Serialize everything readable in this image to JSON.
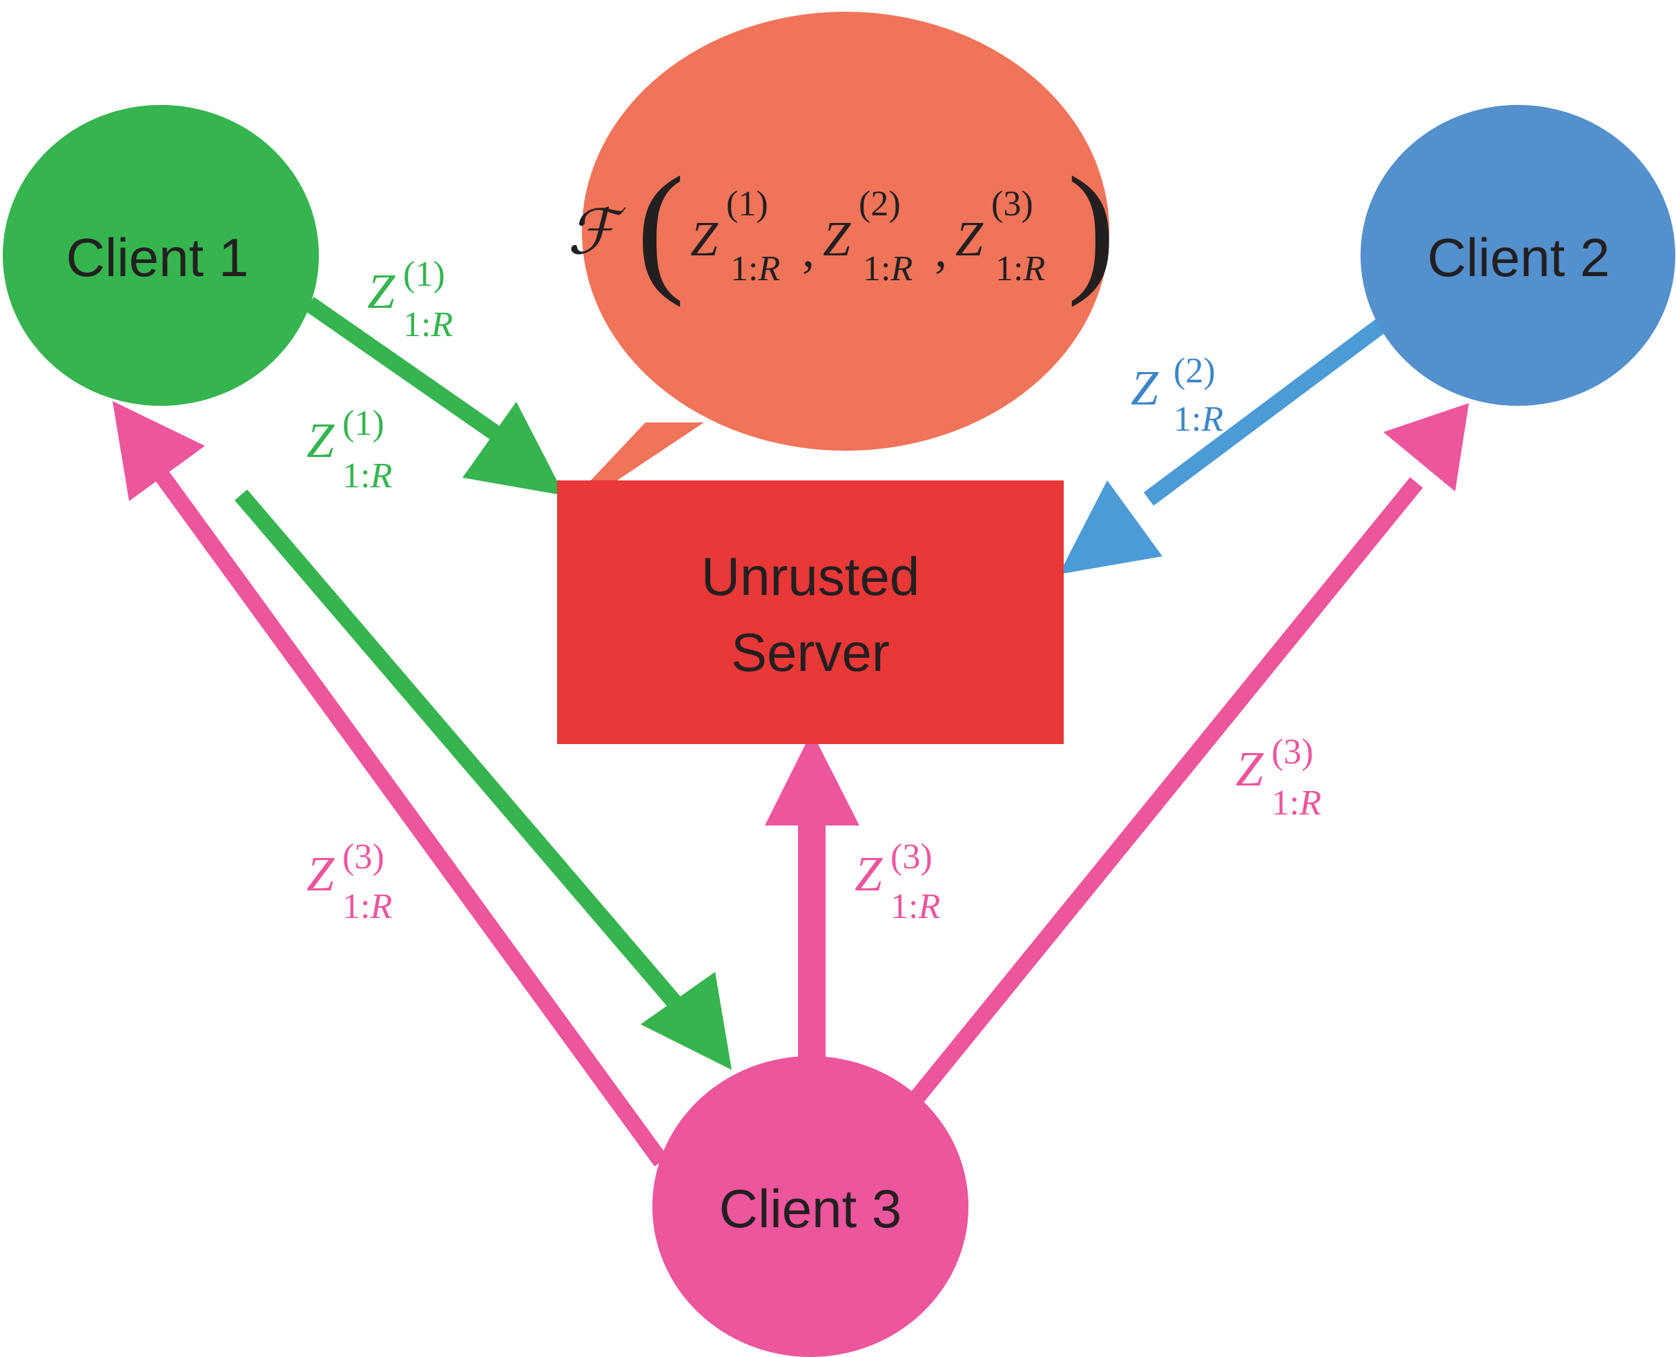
{
  "nodes": {
    "client1": {
      "label": "Client 1",
      "color": "#36b44f"
    },
    "client2": {
      "label": "Client 2",
      "color": "#5390cc"
    },
    "client3": {
      "label": "Client 3",
      "color": "#ec569d"
    },
    "server": {
      "label_line1": "Unrusted",
      "label_line2": "Server",
      "color": "#e83838"
    }
  },
  "speech_bubble": {
    "color": "#f07459",
    "aggregate_symbol": "ℱ",
    "args": [
      {
        "base": "Z",
        "sup": "(1)",
        "sub": "1:",
        "sub_var": "R"
      },
      {
        "base": "Z",
        "sup": "(2)",
        "sub": "1:",
        "sub_var": "R"
      },
      {
        "base": "Z",
        "sup": "(3)",
        "sub": "1:",
        "sub_var": "R"
      }
    ],
    "separator": ","
  },
  "edge_labels": {
    "c1_to_server": {
      "base": "Z",
      "sup": "(1)",
      "sub": "1:",
      "sub_var": "R",
      "color": "#36b44f"
    },
    "c1_to_c3": {
      "base": "Z",
      "sup": "(1)",
      "sub": "1:",
      "sub_var": "R",
      "color": "#36b44f"
    },
    "c2_to_server": {
      "base": "Z",
      "sup": "(2)",
      "sub": "1:",
      "sub_var": "R",
      "color": "#3d86c6"
    },
    "c3_to_c1": {
      "base": "Z",
      "sup": "(3)",
      "sub": "1:",
      "sub_var": "R",
      "color": "#ec569d"
    },
    "c3_to_server": {
      "base": "Z",
      "sup": "(3)",
      "sub": "1:",
      "sub_var": "R",
      "color": "#ec569d"
    },
    "c3_to_c2": {
      "base": "Z",
      "sup": "(3)",
      "sub": "1:",
      "sub_var": "R",
      "color": "#ec569d"
    }
  },
  "arrow_colors": {
    "green": "#36b44f",
    "blue": "#4c9ad6",
    "pink": "#ec569d"
  }
}
